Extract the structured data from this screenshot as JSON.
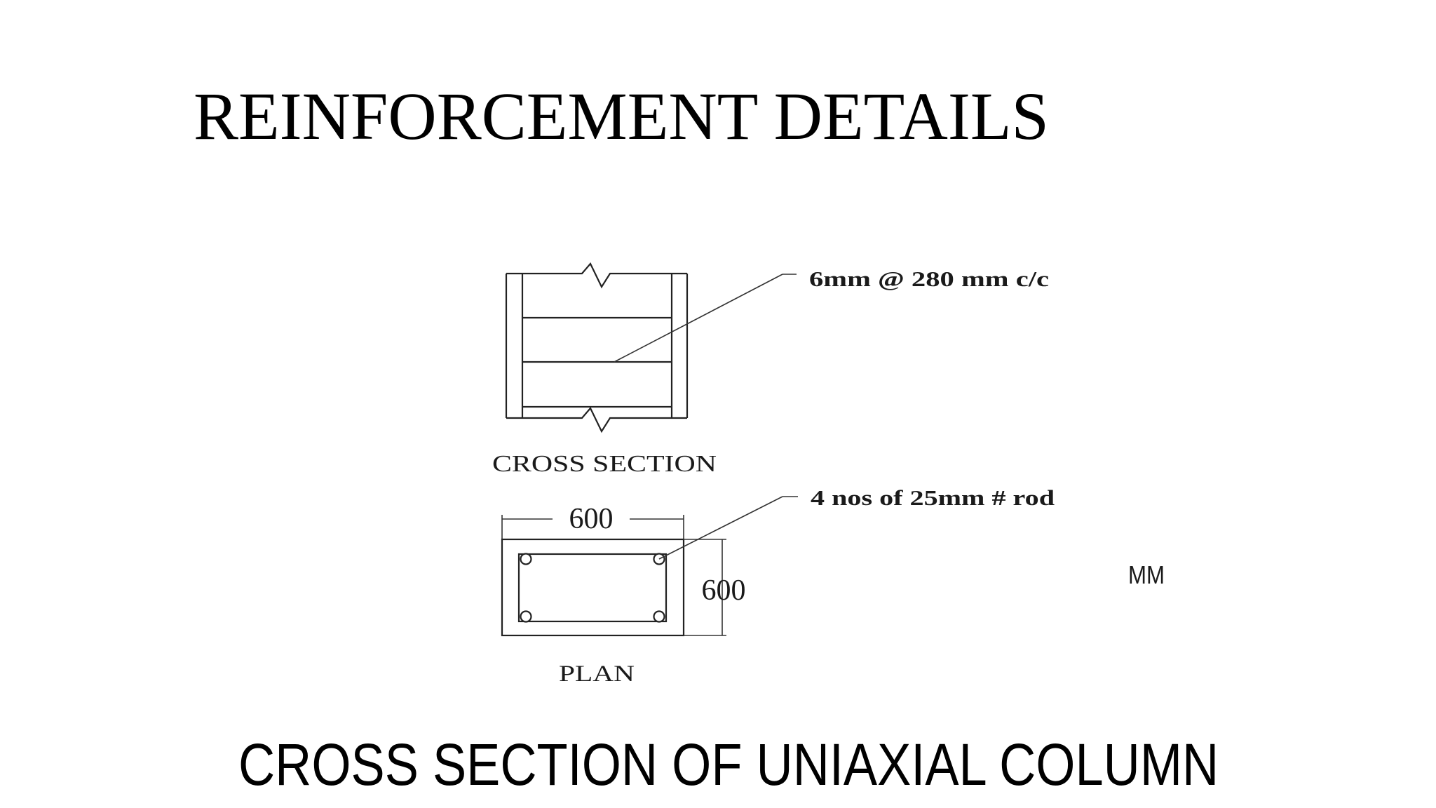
{
  "slide": {
    "title": "REINFORCEMENT DETAILS",
    "footer_caption": "CROSS SECTION OF UNIAXIAL COLUMN"
  },
  "cross_section": {
    "label": "CROSS SECTION",
    "tie_callout": "6mm @ 280 mm c/c"
  },
  "plan": {
    "label": "PLAN",
    "width_dim": "600",
    "depth_dim": "600",
    "bars_callout": "4 nos of 25mm # rod",
    "bar_count": 4
  },
  "units_label": "MM"
}
